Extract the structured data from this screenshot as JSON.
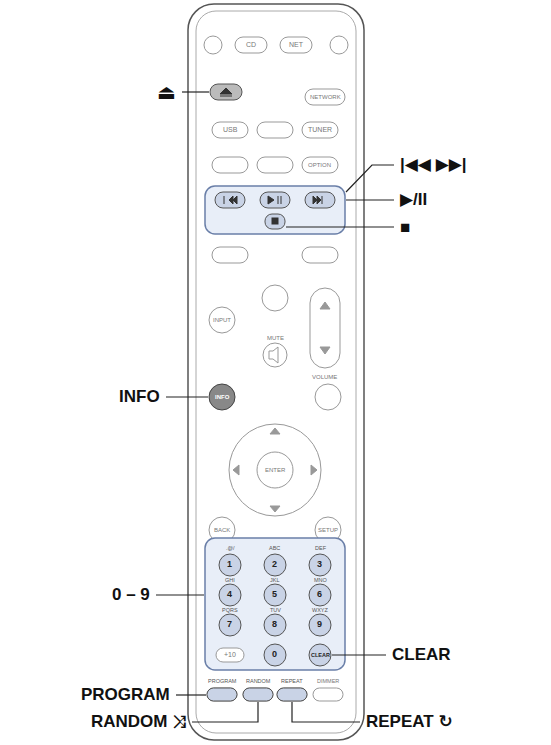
{
  "diagram": {
    "labels": [
      "⏏",
      "INFO",
      "0 – 9",
      "PROGRAM",
      "RANDOM ⤨",
      "|◀◀ ▶▶|",
      "▶/II",
      "■",
      "CLEAR",
      "REPEAT ↻",
      "CD",
      "NET",
      "NETWORK",
      "USB",
      "TUNER",
      "OPTION",
      "INPUT",
      "MUTE",
      "VOLUME",
      "ENTER",
      "BACK",
      "SETUP",
      "INFO",
      "1",
      "2",
      "3",
      "4",
      "5",
      "6",
      "7",
      "8",
      "9",
      "0",
      "+10",
      "CLEAR",
      ".@/",
      "ABC",
      "DEF",
      "GHI",
      "JKL",
      "MNO",
      "PQRS",
      "TUV",
      "WXYZ",
      "PROGRAM",
      "RANDOM",
      "REPEAT",
      "DIMMER"
    ]
  }
}
